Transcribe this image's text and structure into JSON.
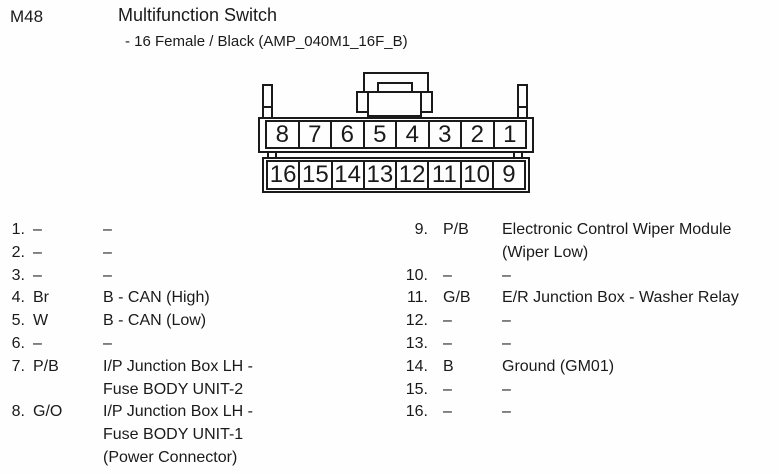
{
  "header": {
    "code": "M48",
    "title": "Multifunction Switch",
    "subtitle": "- 16 Female / Black (AMP_040M1_16F_B)"
  },
  "connector": {
    "top_row": [
      "8",
      "7",
      "6",
      "5",
      "4",
      "3",
      "2",
      "1"
    ],
    "bottom_row": [
      "16",
      "15",
      "14",
      "13",
      "12",
      "11",
      "10",
      "9"
    ]
  },
  "pins_left": [
    {
      "num": "1.",
      "color": "–",
      "desc": "–"
    },
    {
      "num": "2.",
      "color": "–",
      "desc": "–"
    },
    {
      "num": "3.",
      "color": "–",
      "desc": "–"
    },
    {
      "num": "4.",
      "color": "Br",
      "desc": "B - CAN (High)"
    },
    {
      "num": "5.",
      "color": "W",
      "desc": "B - CAN (Low)"
    },
    {
      "num": "6.",
      "color": "–",
      "desc": "–"
    },
    {
      "num": "7.",
      "color": "P/B",
      "desc": "I/P Junction Box LH -\nFuse BODY UNIT-2"
    },
    {
      "num": "8.",
      "color": "G/O",
      "desc": "I/P Junction Box LH -\nFuse BODY UNIT-1\n(Power Connector)"
    }
  ],
  "pins_right": [
    {
      "num": "9.",
      "color": "P/B",
      "desc": "Electronic Control Wiper Module\n(Wiper Low)"
    },
    {
      "num": "10.",
      "color": "–",
      "desc": "–"
    },
    {
      "num": "11.",
      "color": "G/B",
      "desc": "E/R Junction Box - Washer Relay"
    },
    {
      "num": "12.",
      "color": "–",
      "desc": "–"
    },
    {
      "num": "13.",
      "color": "–",
      "desc": "–"
    },
    {
      "num": "14.",
      "color": "B",
      "desc": "Ground (GM01)"
    },
    {
      "num": "15.",
      "color": "–",
      "desc": "–"
    },
    {
      "num": "16.",
      "color": "–",
      "desc": "–"
    }
  ]
}
